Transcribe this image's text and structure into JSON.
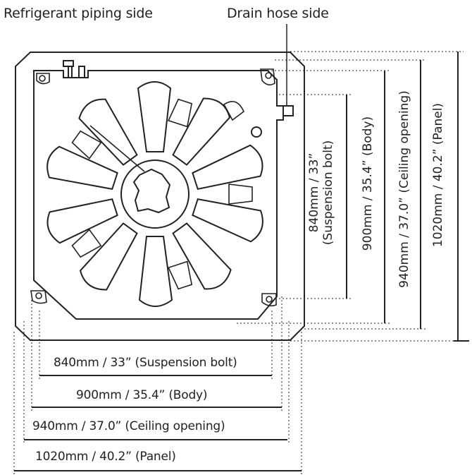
{
  "labels": {
    "refrigerant_side": "Refrigerant piping side",
    "drain_side": "Drain hose side"
  },
  "dimensions": {
    "suspension_bolt": "840mm / 33” (Suspension bolt)",
    "body": "900mm / 35.4” (Body)",
    "ceiling_opening": "940mm / 37.0”  (Ceiling opening)",
    "panel": "1020mm / 40.2”  (Panel)",
    "suspension_bolt_v1": "840mm / 33”",
    "suspension_bolt_v2": "(Suspension bolt)",
    "body_v": "900mm / 35.4”  (Body)",
    "ceiling_opening_v": "940mm / 37.0” (Ceiling opening)",
    "panel_v": "1020mm / 40.2”  (Panel)"
  }
}
